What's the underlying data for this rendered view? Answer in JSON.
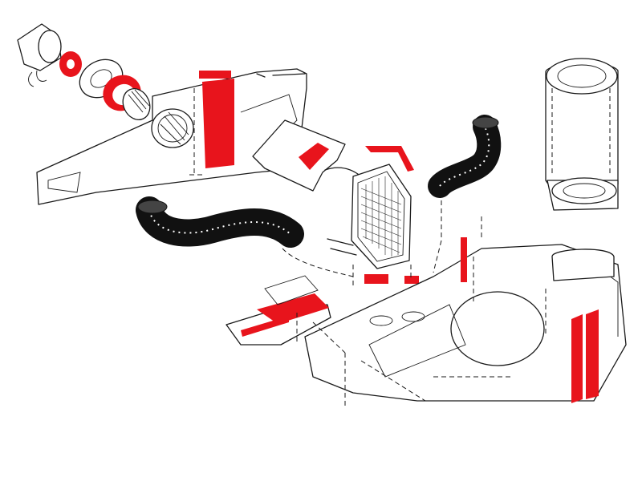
{
  "colors": {
    "background": "#ffffff",
    "line_art": "#1a1a1a",
    "highlight": "#e8141c",
    "hose_dark": "#111111"
  },
  "components": [
    "blower-motor",
    "motor-mount-ring",
    "fan-wheel",
    "blower-housing",
    "flex-hose-main",
    "flex-hose-upper",
    "heater-core",
    "air-inlet-duct",
    "distribution-box",
    "flap-door",
    "seal-strips"
  ]
}
